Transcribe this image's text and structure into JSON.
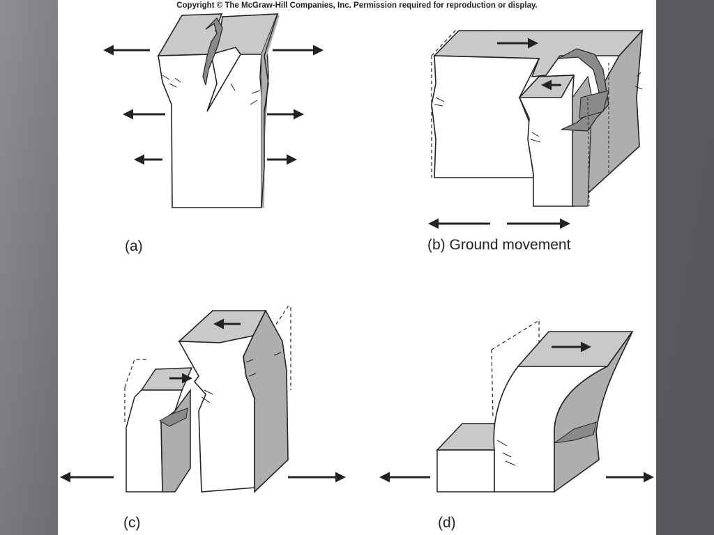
{
  "copyright": "Copyright © The McGraw-Hill Companies, Inc. Permission required for reproduction or display.",
  "panels": {
    "a": {
      "label": "(a)"
    },
    "b": {
      "label": "(b)  Ground movement"
    },
    "c": {
      "label": "(c)"
    },
    "d": {
      "label": "(d)"
    }
  },
  "colors": {
    "top_face": "#c9c9c9",
    "side_face": "#aeaeae",
    "front_face": "#ffffff",
    "crack": "#8a8a8a",
    "outline": "#222222",
    "background_left": "#8e8e93",
    "background_right": "#56565d"
  }
}
